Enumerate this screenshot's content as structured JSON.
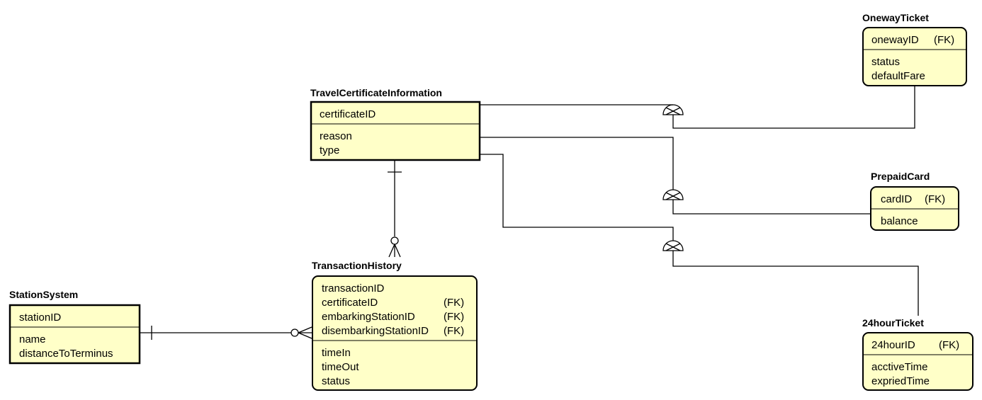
{
  "diagram": {
    "entities": {
      "oneway_ticket": {
        "name": "OnewayTicket",
        "keys": [
          {
            "name": "onewayID",
            "fk": "(FK)"
          }
        ],
        "attributes": [
          "status",
          "defaultFare"
        ]
      },
      "travel_certificate": {
        "name": "TravelCertificateInformation",
        "keys": [
          {
            "name": "certificateID",
            "fk": ""
          }
        ],
        "attributes": [
          "reason",
          "type"
        ]
      },
      "prepaid_card": {
        "name": "PrepaidCard",
        "keys": [
          {
            "name": "cardID",
            "fk": "(FK)"
          }
        ],
        "attributes": [
          "balance"
        ]
      },
      "transaction_history": {
        "name": "TransactionHistory",
        "keys": [
          {
            "name": "transactionID",
            "fk": ""
          },
          {
            "name": "certificateID",
            "fk": "(FK)"
          },
          {
            "name": "embarkingStationID",
            "fk": "(FK)"
          },
          {
            "name": "disembarkingStationID",
            "fk": "(FK)"
          }
        ],
        "attributes": [
          "timeIn",
          "timeOut",
          "status"
        ]
      },
      "station_system": {
        "name": "StationSystem",
        "keys": [
          {
            "name": "stationID",
            "fk": ""
          }
        ],
        "attributes": [
          "name",
          "distanceToTerminus"
        ]
      },
      "ticket_24hour": {
        "name": "24hourTicket",
        "keys": [
          {
            "name": "24hourID",
            "fk": "(FK)"
          }
        ],
        "attributes": [
          "acctiveTime",
          "expriedTime"
        ]
      }
    },
    "colors": {
      "entity_fill": "#ffffc8",
      "stroke": "#000000",
      "background": "#ffffff"
    }
  }
}
